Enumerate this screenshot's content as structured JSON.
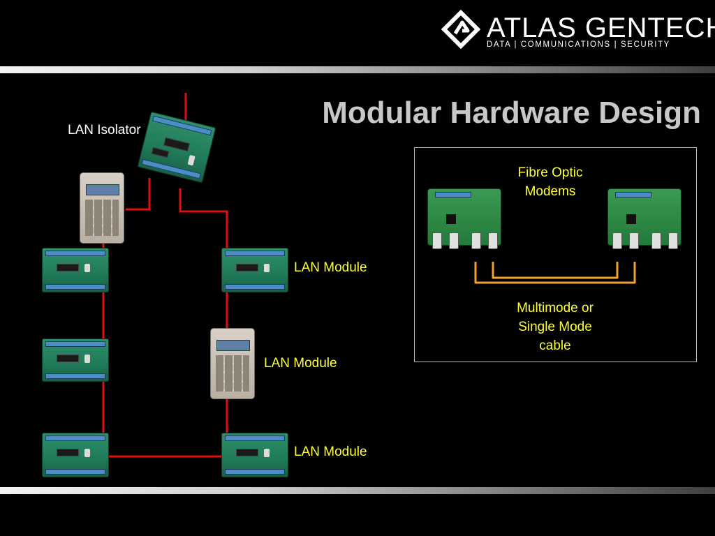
{
  "brand": {
    "name": "ATLAS GENTECH",
    "tagline": "DATA | COMMUNICATIONS | SECURITY"
  },
  "title": "Modular Hardware Design",
  "labels": {
    "lan_isolator": "LAN Isolator",
    "lan_module_1": "LAN Module",
    "lan_module_2": "LAN Module",
    "lan_module_3": "LAN Module",
    "fibre_modems": [
      "Fibre Optic",
      "Modems"
    ],
    "cable": [
      "Multimode or",
      "Single Mode",
      "cable"
    ]
  },
  "colors": {
    "background": "#000000",
    "network_line": "#dd1111",
    "fibre_cable": "#f0a030",
    "device_label_yellow": "#ffff33",
    "title_gray": "#c8c8c8"
  },
  "icons": [
    "atlas-gentech-logo-icon",
    "lan-isolator-board-icon",
    "keypad-icon",
    "lan-module-board-icon",
    "fibre-modem-icon"
  ]
}
